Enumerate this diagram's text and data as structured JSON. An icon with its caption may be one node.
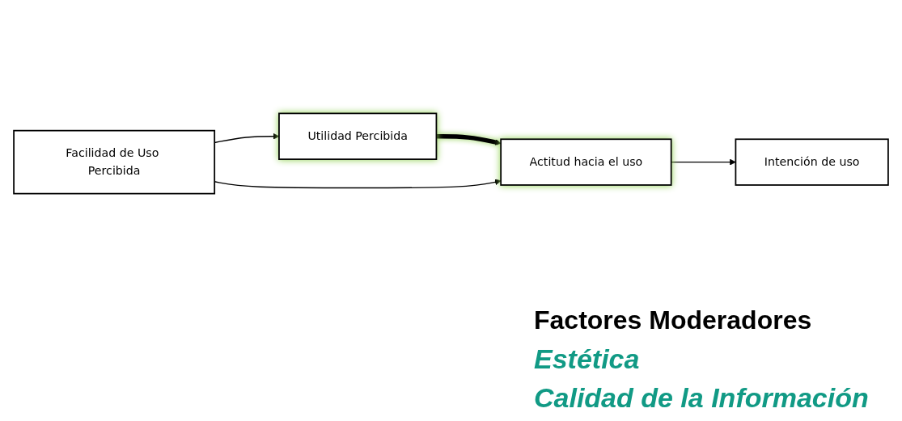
{
  "diagram": {
    "nodes": [
      {
        "text": [
          "Utilidad Percibida"
        ]
      },
      {
        "text": [
          "Actitud hacia el uso"
        ]
      },
      {
        "text": [
          "Intención de uso"
        ]
      },
      {
        "text": [
          "Facilidad de Uso Percibida"
        ]
      }
    ],
    "edges": [
      {
        "from": 0,
        "to": 1,
        "arrow": "to",
        "style": "thick"
      },
      {
        "from": 1,
        "to": 2,
        "arrow": "to"
      },
      {
        "from": 3,
        "to": 0,
        "arrow": "to"
      },
      {
        "from": 3,
        "to": 1,
        "arrow": "to"
      }
    ],
    "labels": [
      "Factores Moderadores",
      "Estética",
      "Calidad de la Información"
    ]
  }
}
